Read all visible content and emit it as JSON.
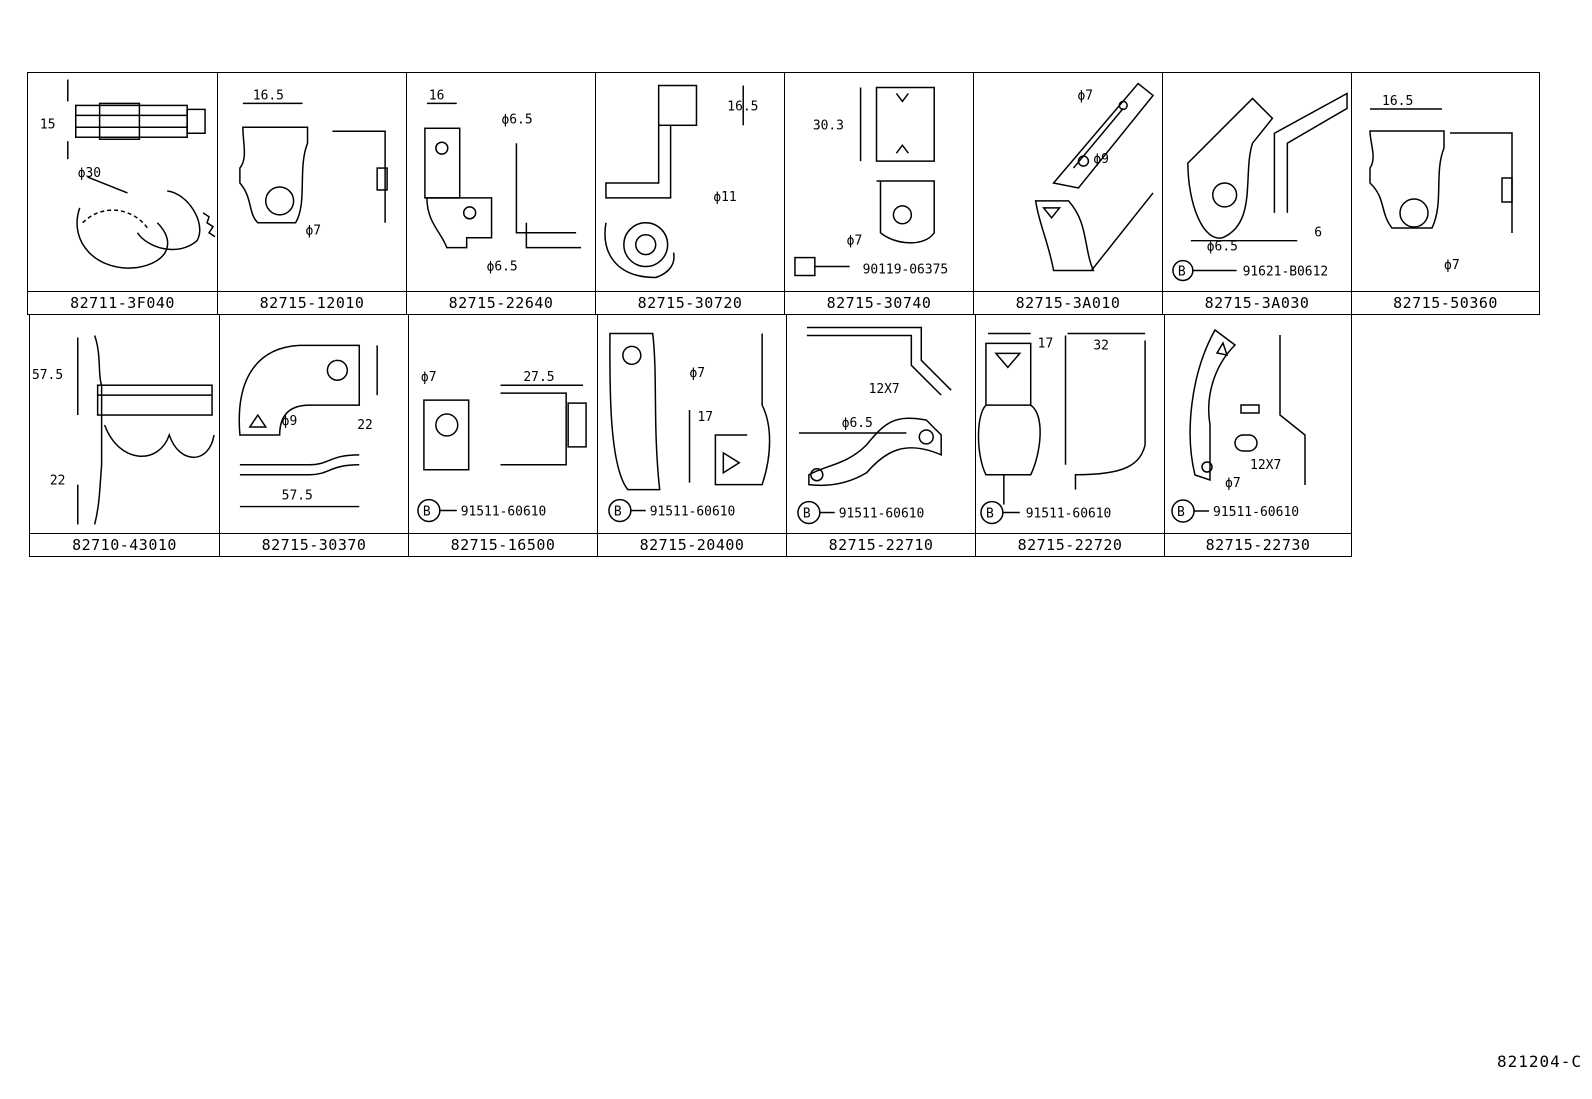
{
  "row1": {
    "c1": {
      "part": "82711-3F040",
      "d1": "15",
      "d2": "ϕ30"
    },
    "c2": {
      "part": "82715-12010",
      "d1": "16.5",
      "d2": "ϕ7"
    },
    "c3": {
      "part": "82715-22640",
      "d1": "16",
      "d2": "ϕ6.5",
      "d3": "ϕ6.5"
    },
    "c4": {
      "part": "82715-30720",
      "d1": "16.5",
      "d2": "ϕ11"
    },
    "c5": {
      "part": "82715-30740",
      "d1": "30.3",
      "d2": "ϕ7",
      "bolt": "90119-06375"
    },
    "c6": {
      "part": "82715-3A010",
      "d1": "ϕ7",
      "d2": "ϕ9"
    },
    "c7": {
      "part": "82715-3A030",
      "d1": "ϕ6.5",
      "d2": "6",
      "bolt": "91621-B0612",
      "badge": "B"
    },
    "c8": {
      "part": "82715-50360",
      "d1": "16.5",
      "d2": "ϕ7"
    }
  },
  "row2": {
    "c1": {
      "part": "82710-43010",
      "d1": "57.5",
      "d2": "22"
    },
    "c2": {
      "part": "82715-30370",
      "d1": "ϕ9",
      "d2": "22",
      "d3": "57.5"
    },
    "c3": {
      "part": "82715-16500",
      "d1": "ϕ7",
      "d2": "27.5",
      "bolt": "91511-60610",
      "badge": "B"
    },
    "c4": {
      "part": "82715-20400",
      "d1": "ϕ7",
      "d2": "17",
      "bolt": "91511-60610",
      "badge": "B"
    },
    "c5": {
      "part": "82715-22710",
      "d1": "12X7",
      "d2": "ϕ6.5",
      "bolt": "91511-60610",
      "badge": "B"
    },
    "c6": {
      "part": "82715-22720",
      "d1": "17",
      "d2": "32",
      "bolt": "91511-60610",
      "badge": "B"
    },
    "c7": {
      "part": "82715-22730",
      "d1": "12X7",
      "d2": "ϕ7",
      "bolt": "91511-60610",
      "badge": "B"
    }
  },
  "ref": "821204-C"
}
